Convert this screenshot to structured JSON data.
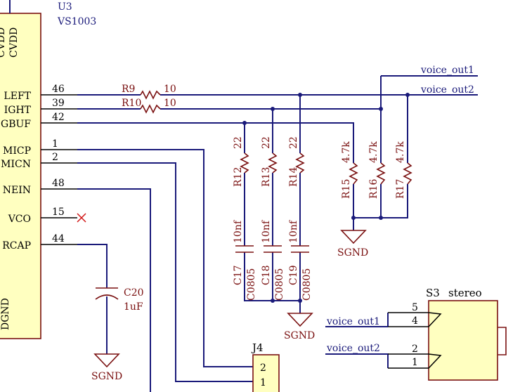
{
  "u3": {
    "ref": "U3",
    "part": "VS1003",
    "pins": [
      {
        "name": "CVDD",
        "num": ""
      },
      {
        "name": "CVDD",
        "num": ""
      },
      {
        "name": "LEFT",
        "num": "46"
      },
      {
        "name": "IGHT",
        "num": "39"
      },
      {
        "name": "GBUF",
        "num": "42"
      },
      {
        "name": "MICP",
        "num": "1"
      },
      {
        "name": "MICN",
        "num": "2"
      },
      {
        "name": "NEIN",
        "num": "48"
      },
      {
        "name": "VCO",
        "num": "15"
      },
      {
        "name": "RCAP",
        "num": "44"
      },
      {
        "name": "DGND",
        "num": ""
      }
    ]
  },
  "resistors": {
    "r9": {
      "ref": "R9",
      "value": "10"
    },
    "r10": {
      "ref": "R10",
      "value": "10"
    },
    "r12": {
      "ref": "R12",
      "value": "22"
    },
    "r13": {
      "ref": "R13",
      "value": "22"
    },
    "r14": {
      "ref": "R14",
      "value": "22"
    },
    "r15": {
      "ref": "R15",
      "value": "4.7k"
    },
    "r16": {
      "ref": "R16",
      "value": "4.7k"
    },
    "r17": {
      "ref": "R17",
      "value": "4.7k"
    }
  },
  "capacitors": {
    "c17": {
      "ref": "C17",
      "value": "10nf",
      "footprint": "C0805"
    },
    "c18": {
      "ref": "C18",
      "value": "10nf",
      "footprint": "C0805"
    },
    "c19": {
      "ref": "C19",
      "value": "10nf",
      "footprint": "C0805"
    },
    "c20": {
      "ref": "C20",
      "value": "1uF"
    }
  },
  "nets": {
    "voice_out1": "voice_out1",
    "voice_out2": "voice_out2",
    "sgnd": "SGND"
  },
  "j4": {
    "ref": "J4",
    "pin2": "2",
    "pin1": "1"
  },
  "s3": {
    "ref": "S3",
    "part": "stereo",
    "pin5": "5",
    "pin4": "4",
    "pin2": "2",
    "pin1": "1"
  },
  "colors": {
    "wire": "#1a1a7a",
    "part": "#7a1010",
    "body": "#ffffc0"
  }
}
